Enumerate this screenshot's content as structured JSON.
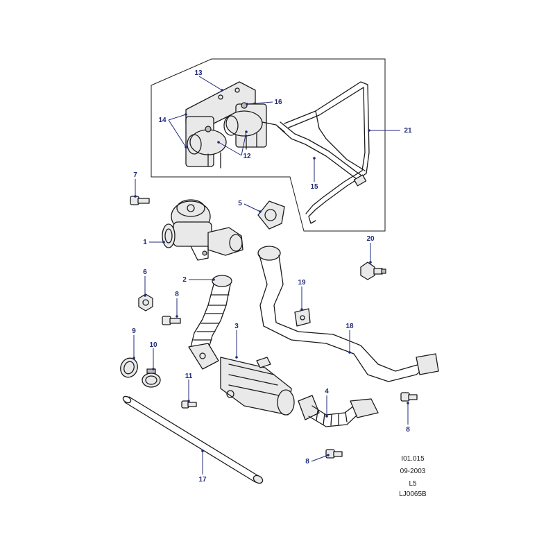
{
  "callouts": {
    "c1": "1",
    "c2": "2",
    "c3": "3",
    "c4": "4",
    "c5": "5",
    "c6": "6",
    "c7": "7",
    "c8a": "8",
    "c8b": "8",
    "c8c": "8",
    "c9": "9",
    "c10": "10",
    "c11": "11",
    "c12": "12",
    "c13": "13",
    "c14": "14",
    "c15": "15",
    "c16": "16",
    "c17": "17",
    "c18": "18",
    "c19": "19",
    "c20": "20",
    "c21": "21"
  },
  "info": {
    "ref": "I01.015",
    "date": "09-2003",
    "model": "L5",
    "drawing_no": "LJ0065B"
  },
  "colors": {
    "callout": "#1f2a78",
    "line": "#1a1a1a"
  }
}
